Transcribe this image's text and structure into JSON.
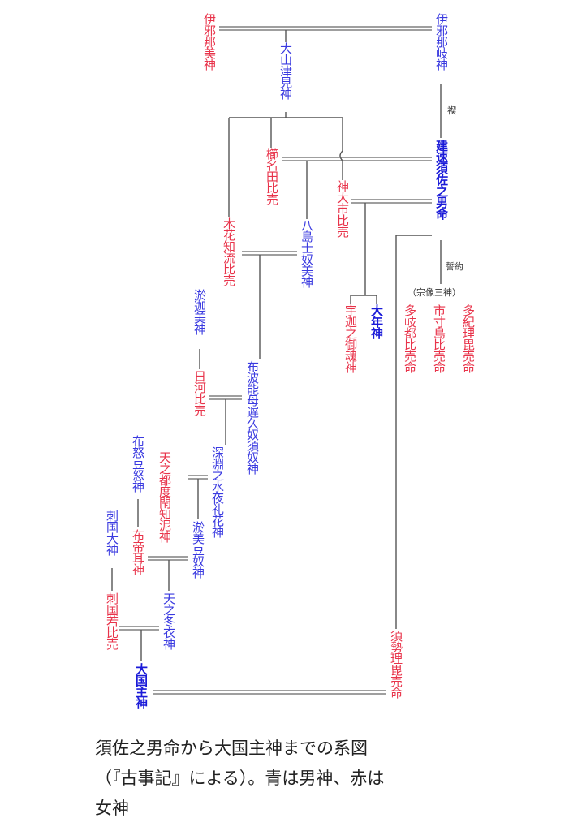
{
  "deities": {
    "izanami": "伊邪那美神",
    "izanagi": "伊邪那岐神",
    "oyamatsumi": "大山津見神",
    "kushinada": "櫛名田比売",
    "susanoo": "建速須佐之男命",
    "kamuoichi": "神大市比売",
    "konohana": "木花知流比売",
    "yashimajinumi": "八島士奴美神",
    "ukanomitama": "宇迦之御魂神",
    "otoshi": "大年神",
    "tagitsuhime": "多岐都比売命",
    "ichikishima": "市寸島比売命",
    "takiri": "多紀理毘売命",
    "hikawahime_father": "淤迦美神",
    "hikawahime": "日河比売",
    "fuhanomojikunusunu": "布波能母遅久奴須奴神",
    "fukabuchi": "深淵之水夜礼花神",
    "ametsudoechine": "天之都度閇知泥神",
    "funozunu": "布怒豆怒神",
    "fute_mimi": "布帝耳神",
    "omizunu": "淤美豆奴神",
    "sashikuni_okami": "刺国大神",
    "sashikuni_wakahime": "刺国若比売",
    "amenofuyukinu": "天之冬衣神",
    "okuninushi": "大国主神",
    "suseri": "須勢理毘売命"
  },
  "notes": {
    "birth_note": "禊",
    "oath_note": "誓約",
    "munakata_group": "（宗像三神）"
  },
  "caption": {
    "line1": "須佐之男命から大国主神までの系図",
    "line2": "（『古事記』による）。青は男神、赤は",
    "line3": "女神"
  },
  "legend_colors": {
    "male": "#3a3ae0",
    "female": "#e8334a"
  }
}
